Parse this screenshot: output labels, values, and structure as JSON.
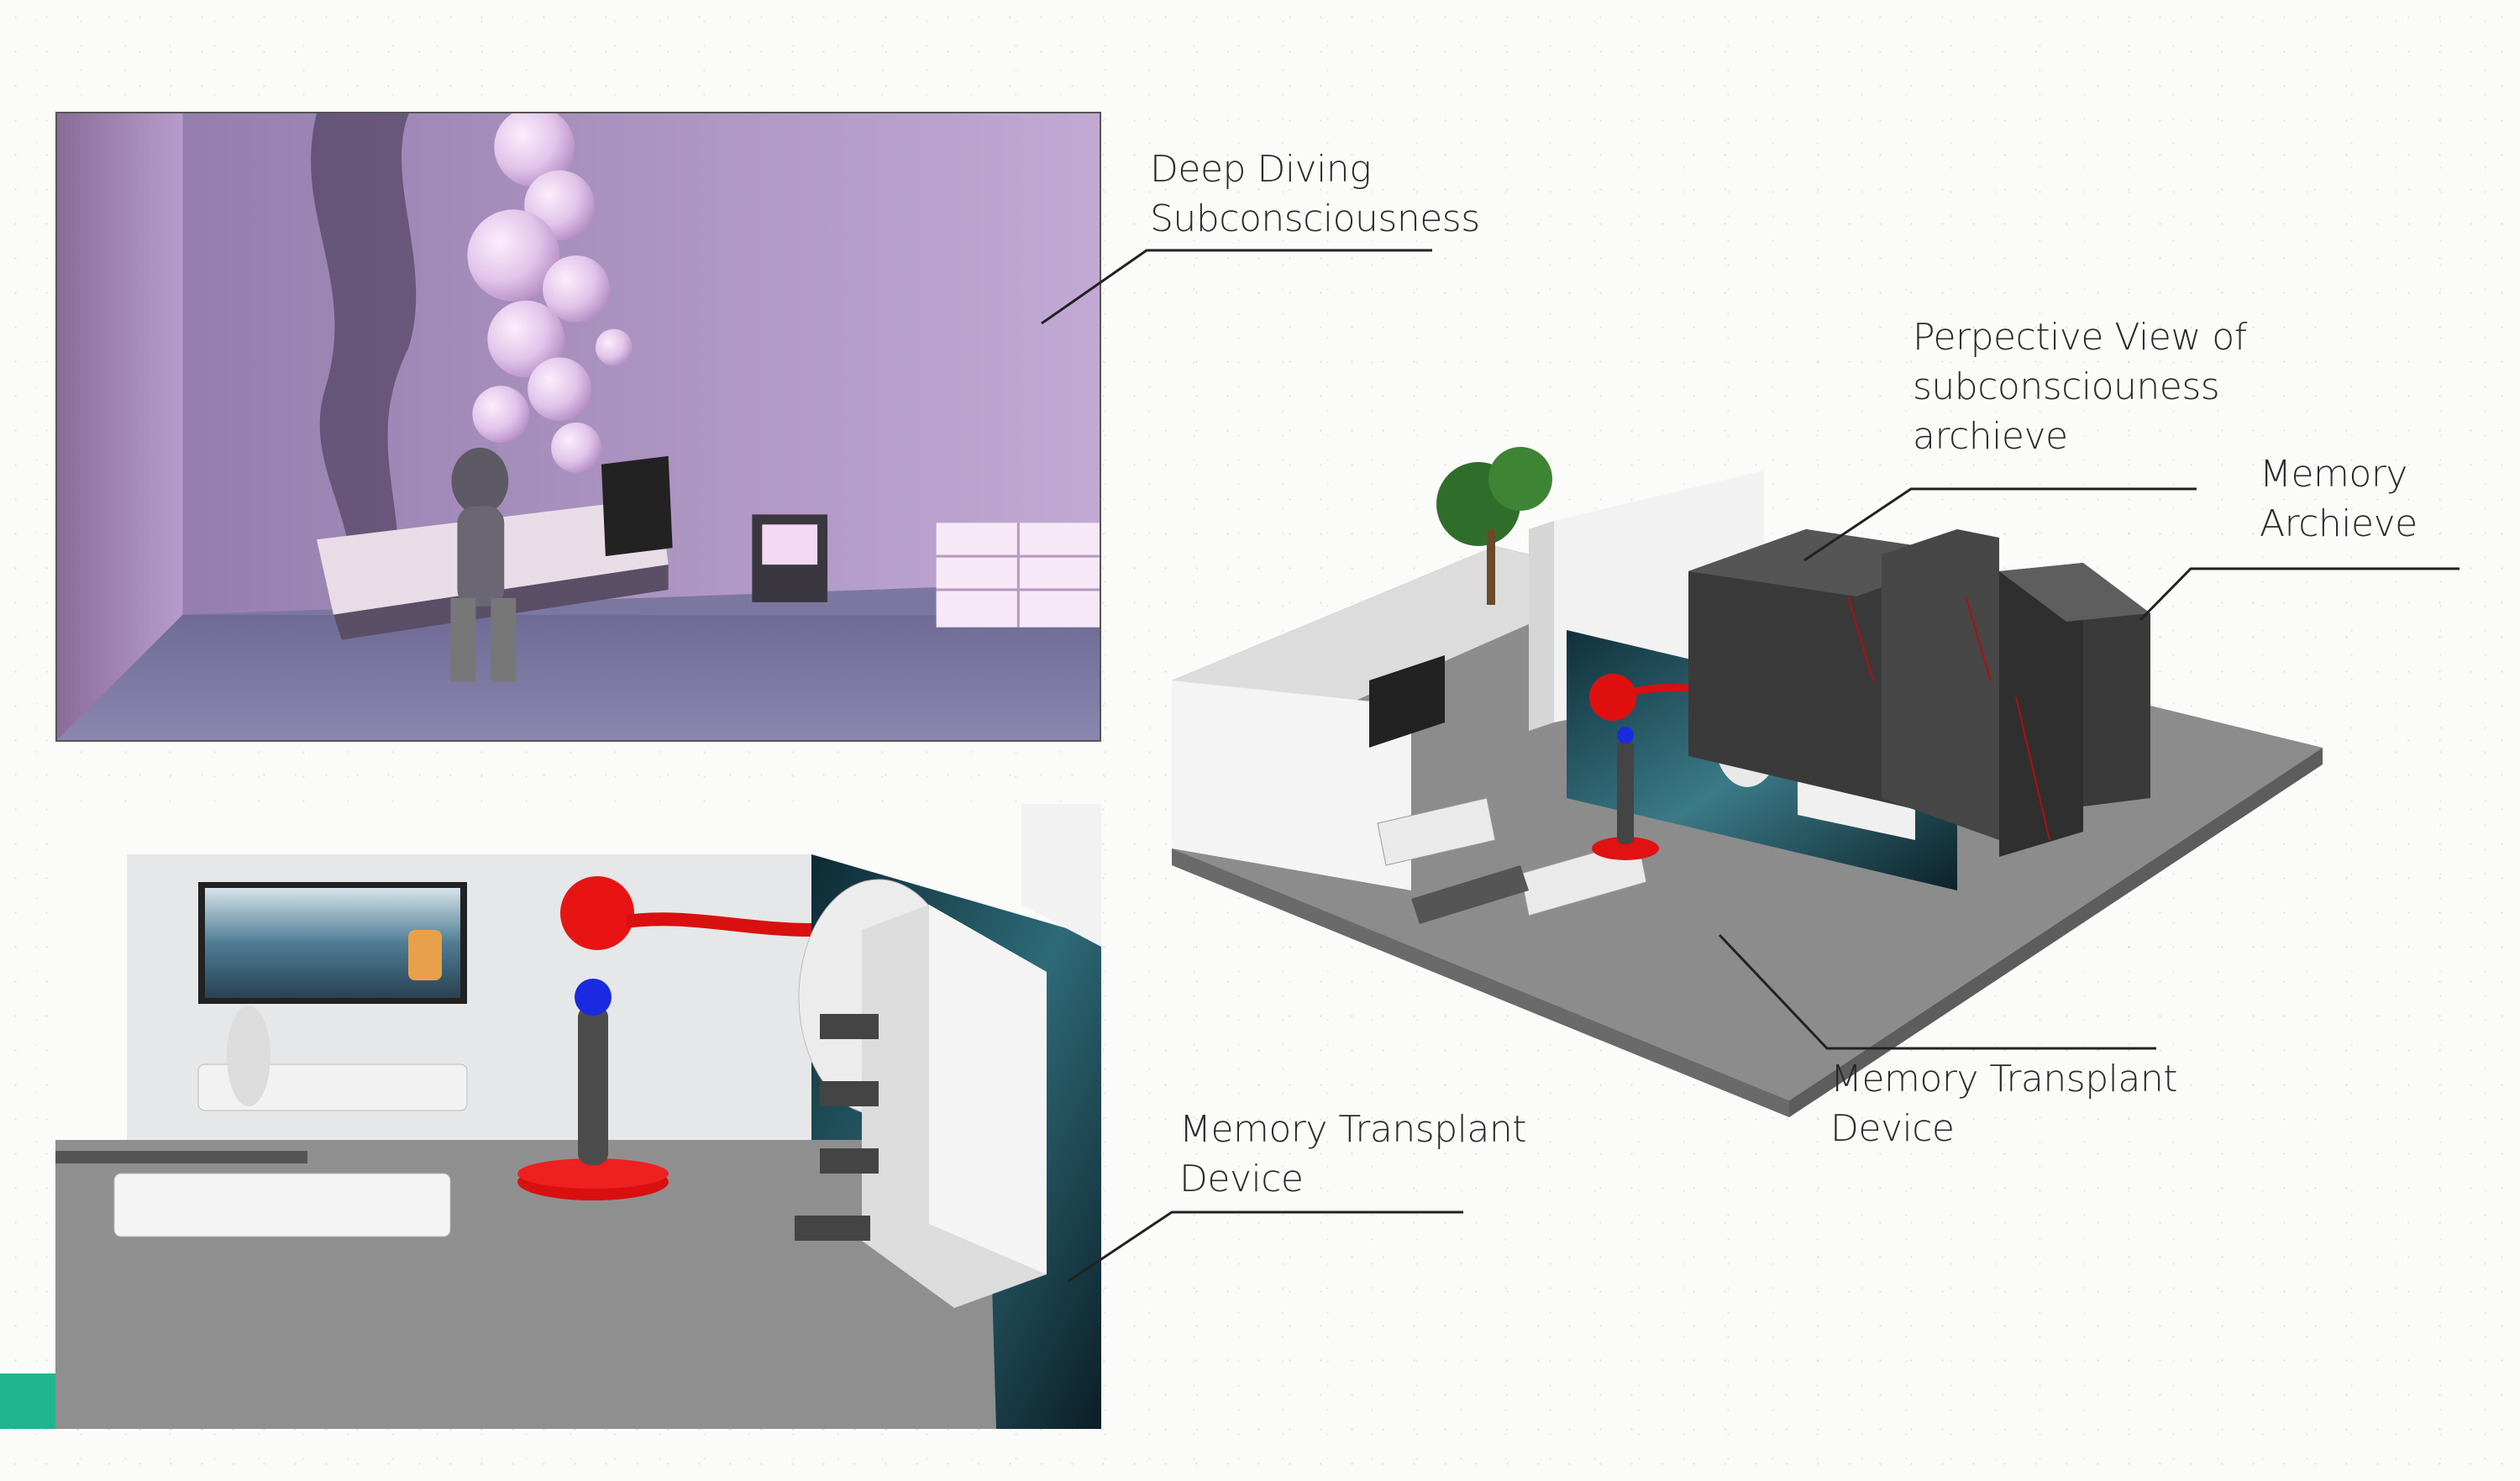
{
  "labels": {
    "deep_diving": {
      "line1": "Deep Diving",
      "line2": "Subconsciousness"
    },
    "perspective": {
      "line1": "Perpective View of",
      "line2": "subconsciouness",
      "line3": "archieve"
    },
    "memory_archive": {
      "line1": "Memory",
      "line2": "Archieve"
    },
    "transplant_right": {
      "line1": "Memory Transplant",
      "line2": "Device"
    },
    "transplant_left": {
      "line1": "Memory Transplant",
      "line2": "Device"
    }
  },
  "colors": {
    "accent": "#1fb58f",
    "room_purple": "#a88cb8",
    "floor_gray": "#8c8c8c",
    "device_red": "#e01010",
    "line": "#222222"
  }
}
